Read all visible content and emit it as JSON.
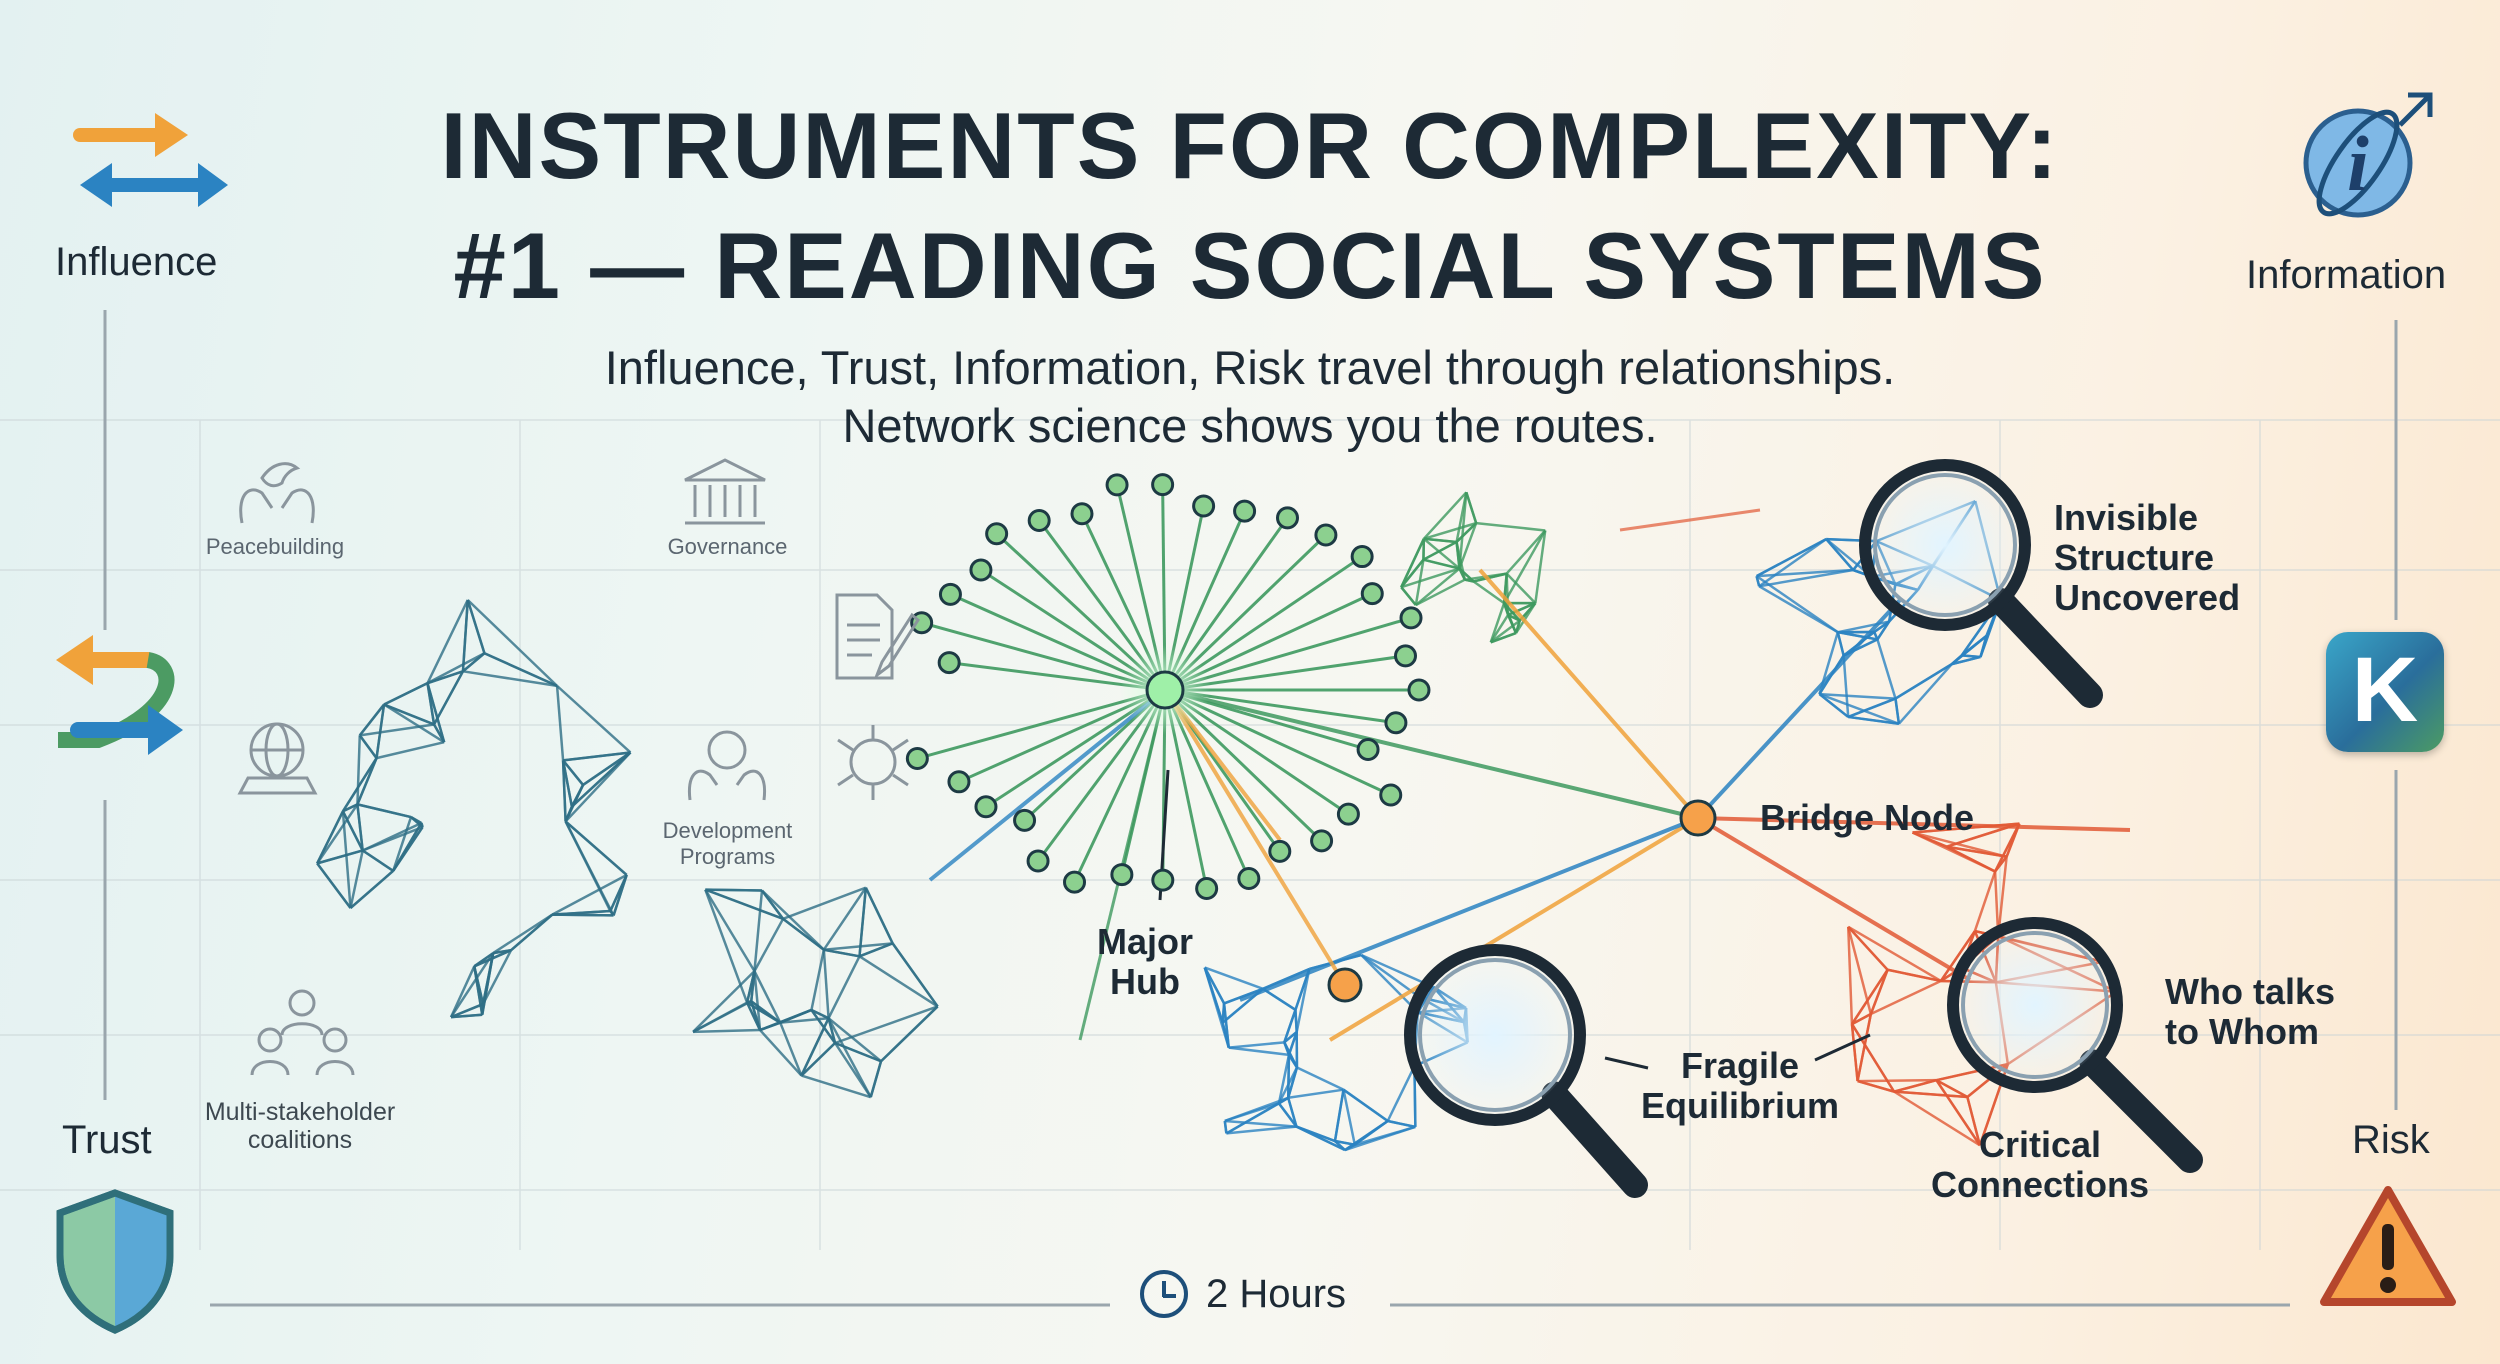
{
  "title_line1": "INSTRUMENTS FOR COMPLEXITY:",
  "title_line2": "#1 — READING SOCIAL SYSTEMS",
  "subtitle_line1": "Influence, Trust, Information, Risk travel through relationships.",
  "subtitle_line2": "Network science shows you the routes.",
  "corners": {
    "influence": "Influence",
    "information": "Information",
    "trust": "Trust",
    "risk": "Risk"
  },
  "sectors": {
    "peacebuilding": "Peacebuilding",
    "governance": "Governance",
    "development_line1": "Development",
    "development_line2": "Programs",
    "coalitions_line1": "Multi-stakeholder",
    "coalitions_line2": "coalitions"
  },
  "callouts": {
    "invisible_line1": "Invisible",
    "invisible_line2": "Structure",
    "invisible_line3": "Uncovered",
    "bridge": "Bridge Node",
    "hub_line1": "Major",
    "hub_line2": "Hub",
    "fragile_line1": "Fragile",
    "fragile_line2": "Equilibrium",
    "who_line1": "Who talks",
    "who_line2": "to Whom",
    "critical_line1": "Critical",
    "critical_line2": "Connections"
  },
  "duration": "2 Hours",
  "k_logo": "K",
  "colors": {
    "green": "#3f9a60",
    "teal": "#2f7f86",
    "blue": "#2b83c2",
    "orange": "#f0a23a",
    "red": "#e25a36",
    "dark": "#1d2a35"
  },
  "icons": [
    "arrows-exchange-icon",
    "info-icon",
    "k-app-icon",
    "shield-icon",
    "warning-icon",
    "magnifier-icon",
    "clock-icon",
    "dove-hands-icon",
    "building-icon",
    "document-icon",
    "globe-icon",
    "hands-globe-icon",
    "puzzle-icon",
    "people-icon"
  ]
}
